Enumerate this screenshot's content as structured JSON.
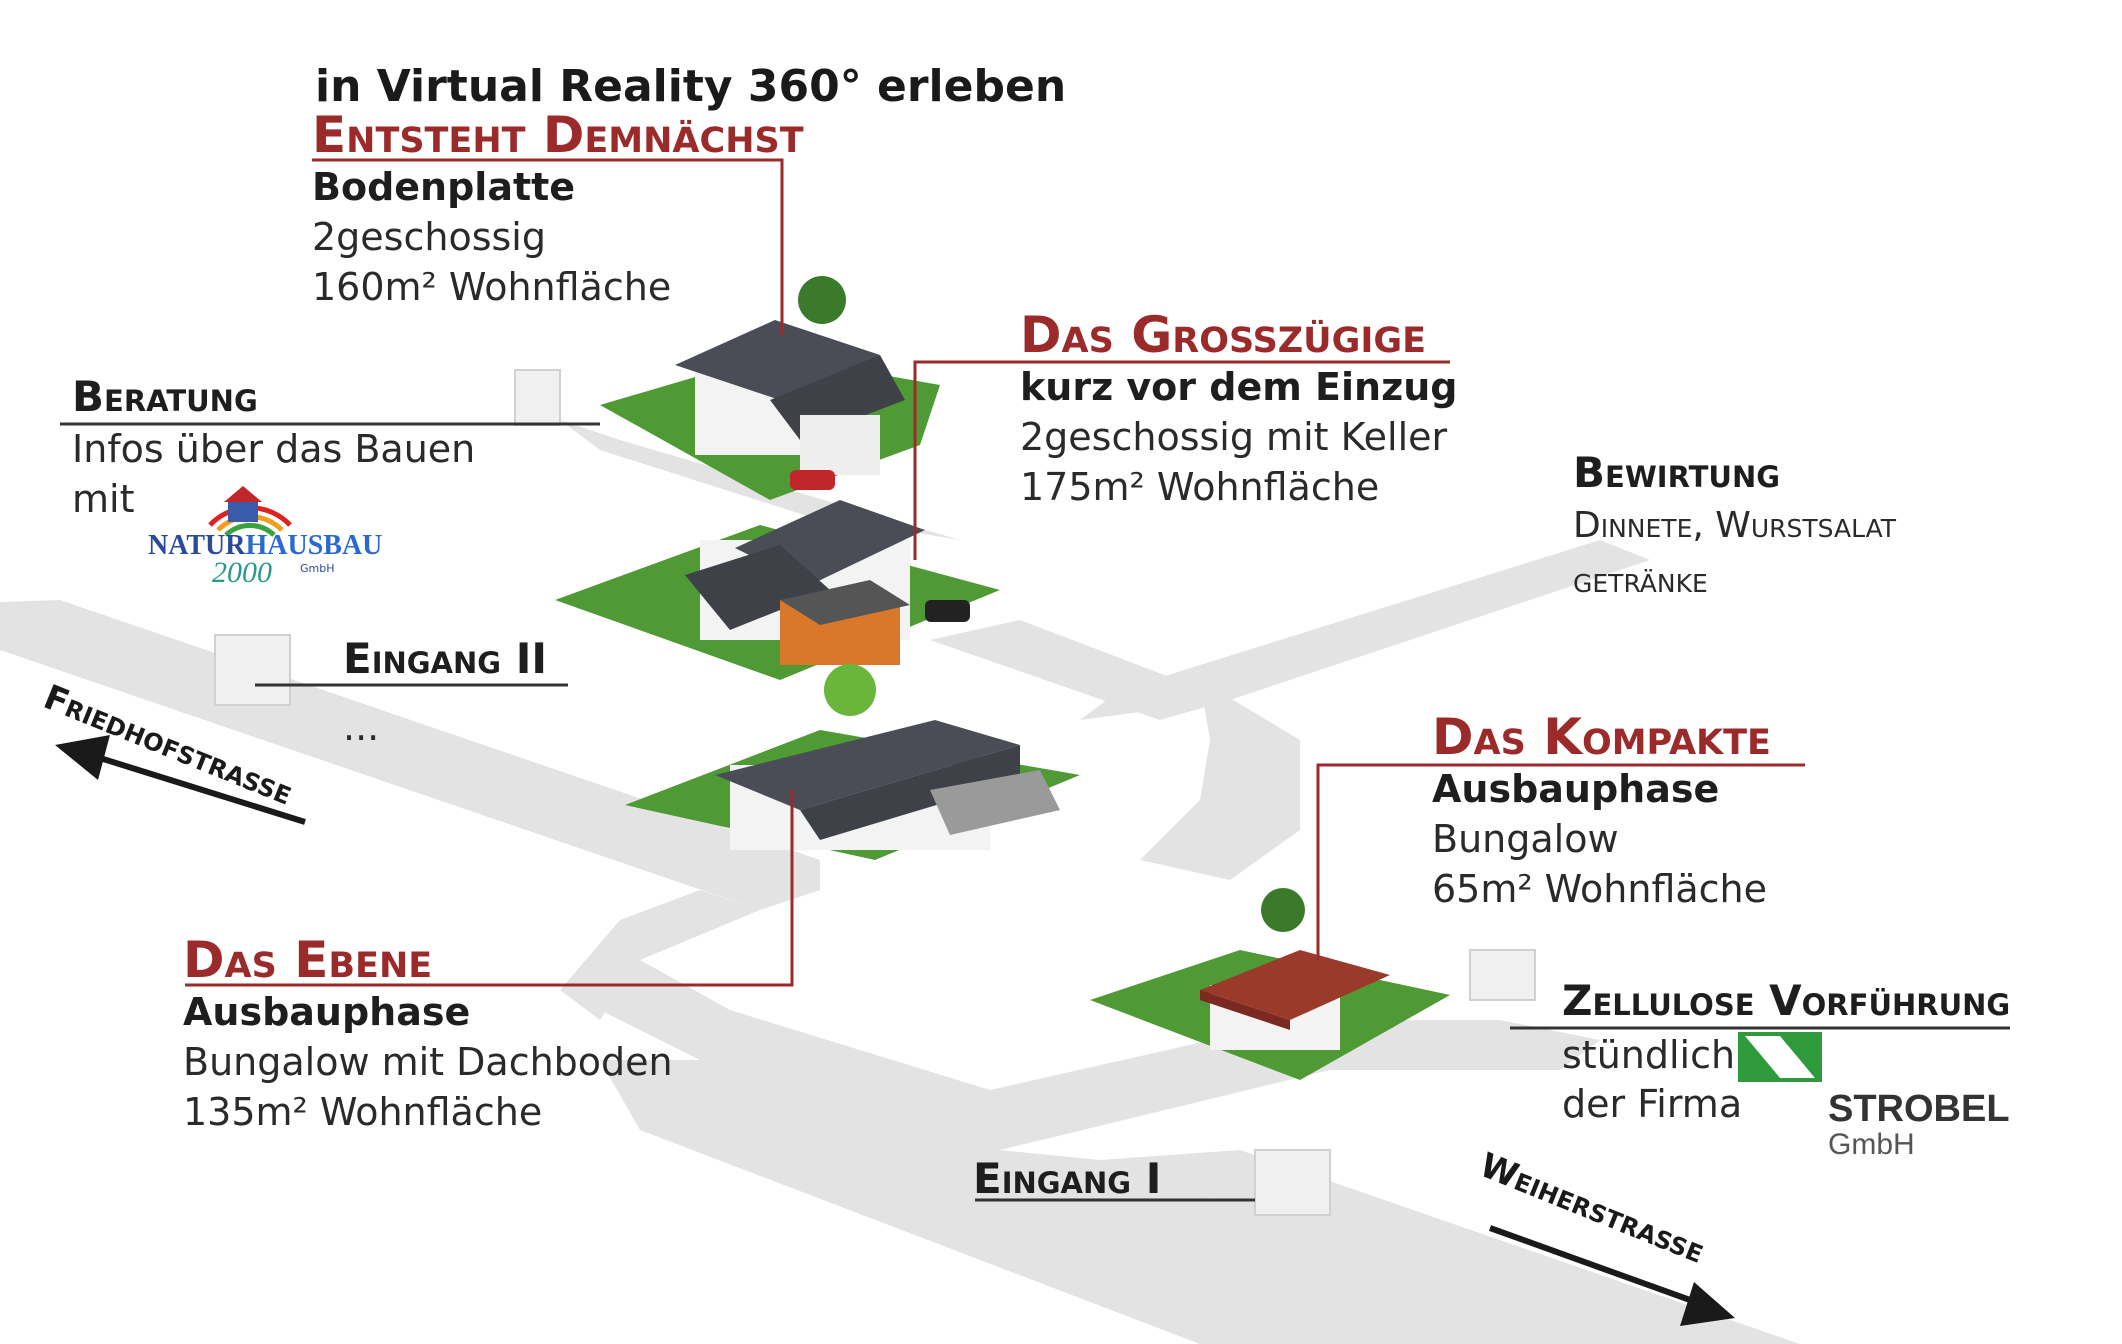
{
  "headline": "in Virtual Reality 360° erleben",
  "houses": {
    "entsteht": {
      "title": "Entsteht Demnächst",
      "status": "Bodenplatte",
      "line1": "2geschossig",
      "line2": "160m² Wohnfläche"
    },
    "grosszuegige": {
      "title": "Das Grosszügige",
      "status": "kurz vor dem Einzug",
      "line1": "2geschossig mit Keller",
      "line2": "175m² Wohnfläche"
    },
    "ebene": {
      "title": "Das Ebene",
      "status": "Ausbauphase",
      "line1": "Bungalow mit Dachboden",
      "line2": "135m² Wohnfläche"
    },
    "kompakte": {
      "title": "Das Kompakte",
      "status": "Ausbauphase",
      "line1": "Bungalow",
      "line2": "65m² Wohnfläche"
    }
  },
  "beratung": {
    "title": "Beratung",
    "line1": "Infos über das Bauen",
    "line2": "mit"
  },
  "naturhausbau": {
    "part1": "NATUR",
    "part2": "HAUSBAU",
    "part3": "2000",
    "part4": "GmbH"
  },
  "bewirtung": {
    "title": "Bewirtung",
    "line1": "Dinnete, Wurstsalat",
    "line2": "getränke"
  },
  "eingang2": {
    "title": "Eingang II",
    "sub": "..."
  },
  "eingang1": {
    "title": "Eingang I"
  },
  "zellulose": {
    "title": "Zellulose Vorführung",
    "line1": "stündlich",
    "line2": "der Firma"
  },
  "strobel": {
    "name": "STROBEL",
    "suffix": "GmbH"
  },
  "streets": {
    "friedhof": "Friedhofstrasse",
    "weiher": "Weiherstrasse"
  },
  "colors": {
    "accent": "#9b2a2a",
    "grass": "#4f9a34",
    "road": "#e3e3e3",
    "roof": "#4a4d55",
    "brick": "#9a3a2a",
    "strobel_green": "#2f9a3c"
  }
}
